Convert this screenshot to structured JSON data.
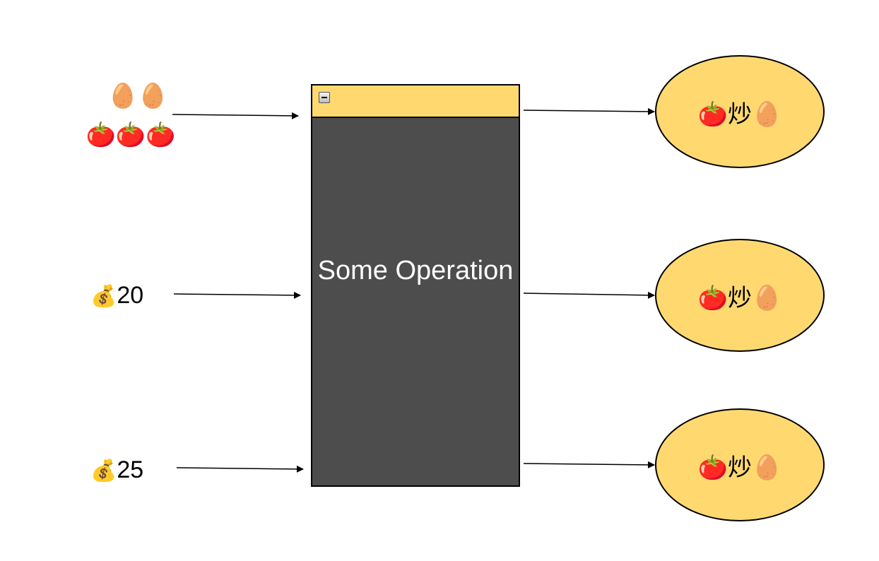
{
  "inputs": {
    "eggs": "🥚🥚",
    "tomatoes": "🍅🍅🍅",
    "money_icon": "money-bag",
    "money_1_bag": "💰",
    "money_1_value": "20",
    "money_2_bag": "💰",
    "money_2_value": "25"
  },
  "operation": {
    "label": "Some Operation",
    "header_color": "#ffd970",
    "body_color": "#4d4d4d"
  },
  "outputs": [
    {
      "label": "🍅炒🥚"
    },
    {
      "label": "🍅炒🥚"
    },
    {
      "label": "🍅炒🥚"
    }
  ],
  "colors": {
    "ellipse_fill": "#ffd970",
    "stroke": "#000000"
  }
}
